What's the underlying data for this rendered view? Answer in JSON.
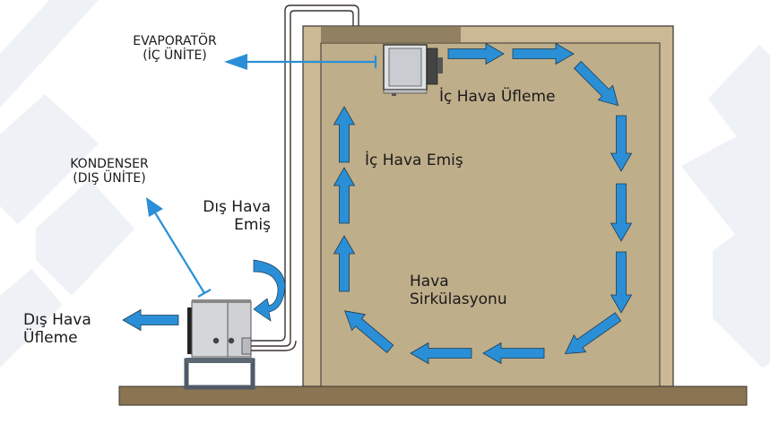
{
  "diagram": {
    "title": "Split Soğuk Oda Hava Akış Şeması",
    "labels": {
      "evaporator_line1": "EVAPORATÖR",
      "evaporator_line2": "(İÇ ÜNİTE)",
      "condenser_line1": "KONDENSER",
      "condenser_line2": "(DIŞ ÜNİTE)",
      "outdoor_intake_line1": "Dış Hava",
      "outdoor_intake_line2": "Emiş",
      "outdoor_exhaust_line1": "Dış Hava",
      "outdoor_exhaust_line2": "Üfleme",
      "indoor_supply": "İç Hava Üfleme",
      "indoor_return": "İç Hava Emiş",
      "circulation_line1": "Hava",
      "circulation_line2": "Sirkülasyonu"
    },
    "components": [
      {
        "id": "cold-room",
        "name": "Soğuk Oda"
      },
      {
        "id": "evaporator",
        "name": "Evaporatör (İç Ünite)"
      },
      {
        "id": "condenser",
        "name": "Kondenser (Dış Ünite)"
      },
      {
        "id": "refrigerant-piping",
        "name": "Soğutucu Boru Hattı"
      },
      {
        "id": "floor",
        "name": "Zemin"
      }
    ],
    "colors": {
      "arrow_blue": "#2a8fd6",
      "arrow_outline": "#1d3c52",
      "room_fill": "#bfae8a",
      "room_wall": "#cbb894",
      "floor": "#8a7452",
      "unit_grey": "#d4d6d8",
      "bg_chevron": "#eef1f6"
    }
  }
}
